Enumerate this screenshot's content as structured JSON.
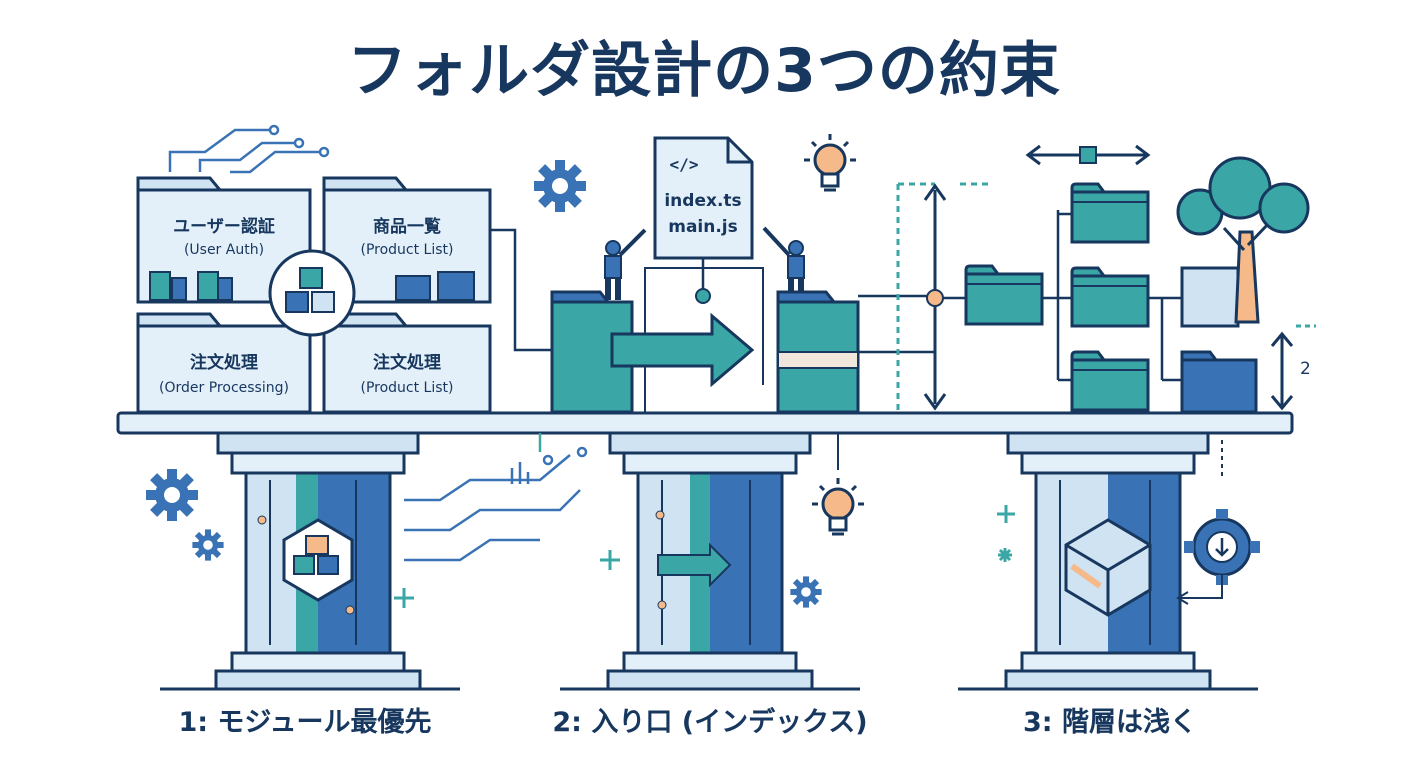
{
  "title": "フォルダ設計の3つの約束",
  "folders": [
    {
      "label": "ユーザー認証",
      "sub": "(User Auth)"
    },
    {
      "label": "商品一覧",
      "sub": "(Product List)"
    },
    {
      "label": "注文処理",
      "sub": "(Order Processing)"
    },
    {
      "label": "注文処理",
      "sub": "(Product List)"
    }
  ],
  "file_doc": {
    "code_icon": "</>",
    "line1": "index.ts",
    "line2": "main.js"
  },
  "depth_label": "2",
  "captions": {
    "first": "1: モジュール最優先",
    "second": "2: 入り口 (インデックス)",
    "third": "3: 階層は浅く"
  },
  "colors": {
    "navy": "#17375e",
    "teal": "#3aa6a5",
    "blue": "#3a73b5",
    "light_blue": "#cfe3f2",
    "orange": "#f6b98a"
  }
}
